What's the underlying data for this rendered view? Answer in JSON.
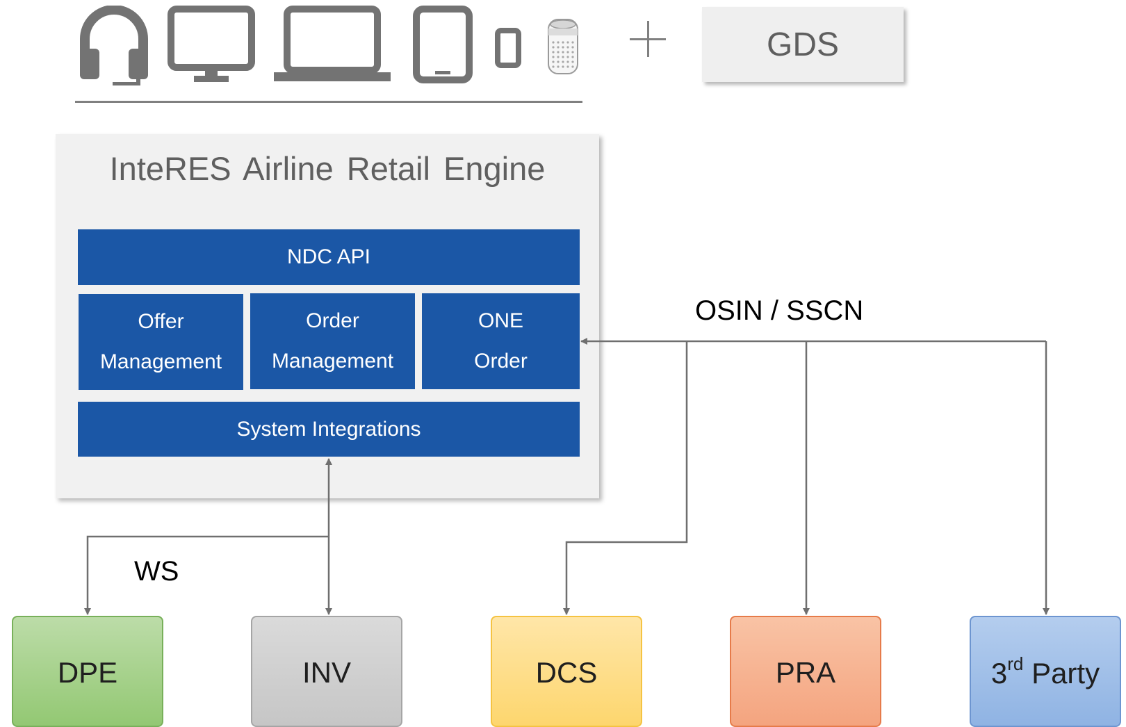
{
  "devices": {
    "icons": [
      "headset-icon",
      "desktop-monitor-icon",
      "laptop-icon",
      "tablet-icon",
      "smartphone-icon",
      "smart-speaker-icon",
      "plus-icon"
    ]
  },
  "gds": {
    "label": "GDS"
  },
  "engine": {
    "title": "InteRES Airline Retail Engine",
    "ndc_api": "NDC API",
    "offer_line1": "Offer",
    "offer_line2": "Management",
    "order_line1": "Order",
    "order_line2": "Management",
    "one_line1": "ONE",
    "one_line2": "Order",
    "system_integrations": "System Integrations"
  },
  "links": {
    "osin_sscn": "OSIN / SSCN",
    "ws": "WS"
  },
  "systems": {
    "dpe": "DPE",
    "inv": "INV",
    "dcs": "DCS",
    "pra": "PRA",
    "third_party_num": "3",
    "third_party_sup": "rd",
    "third_party_word": "Party"
  },
  "colors": {
    "icon_gray": "#737373",
    "block_blue": "#1b57a6",
    "engine_bg": "#f1f1f1",
    "connector": "#6f6f6f",
    "dpe_green": "#a4d08a",
    "inv_gray": "#cfcfcf",
    "dcs_yellow": "#fedc82",
    "pra_orange": "#f6b08f",
    "third_party_blue": "#a2c0ea"
  }
}
